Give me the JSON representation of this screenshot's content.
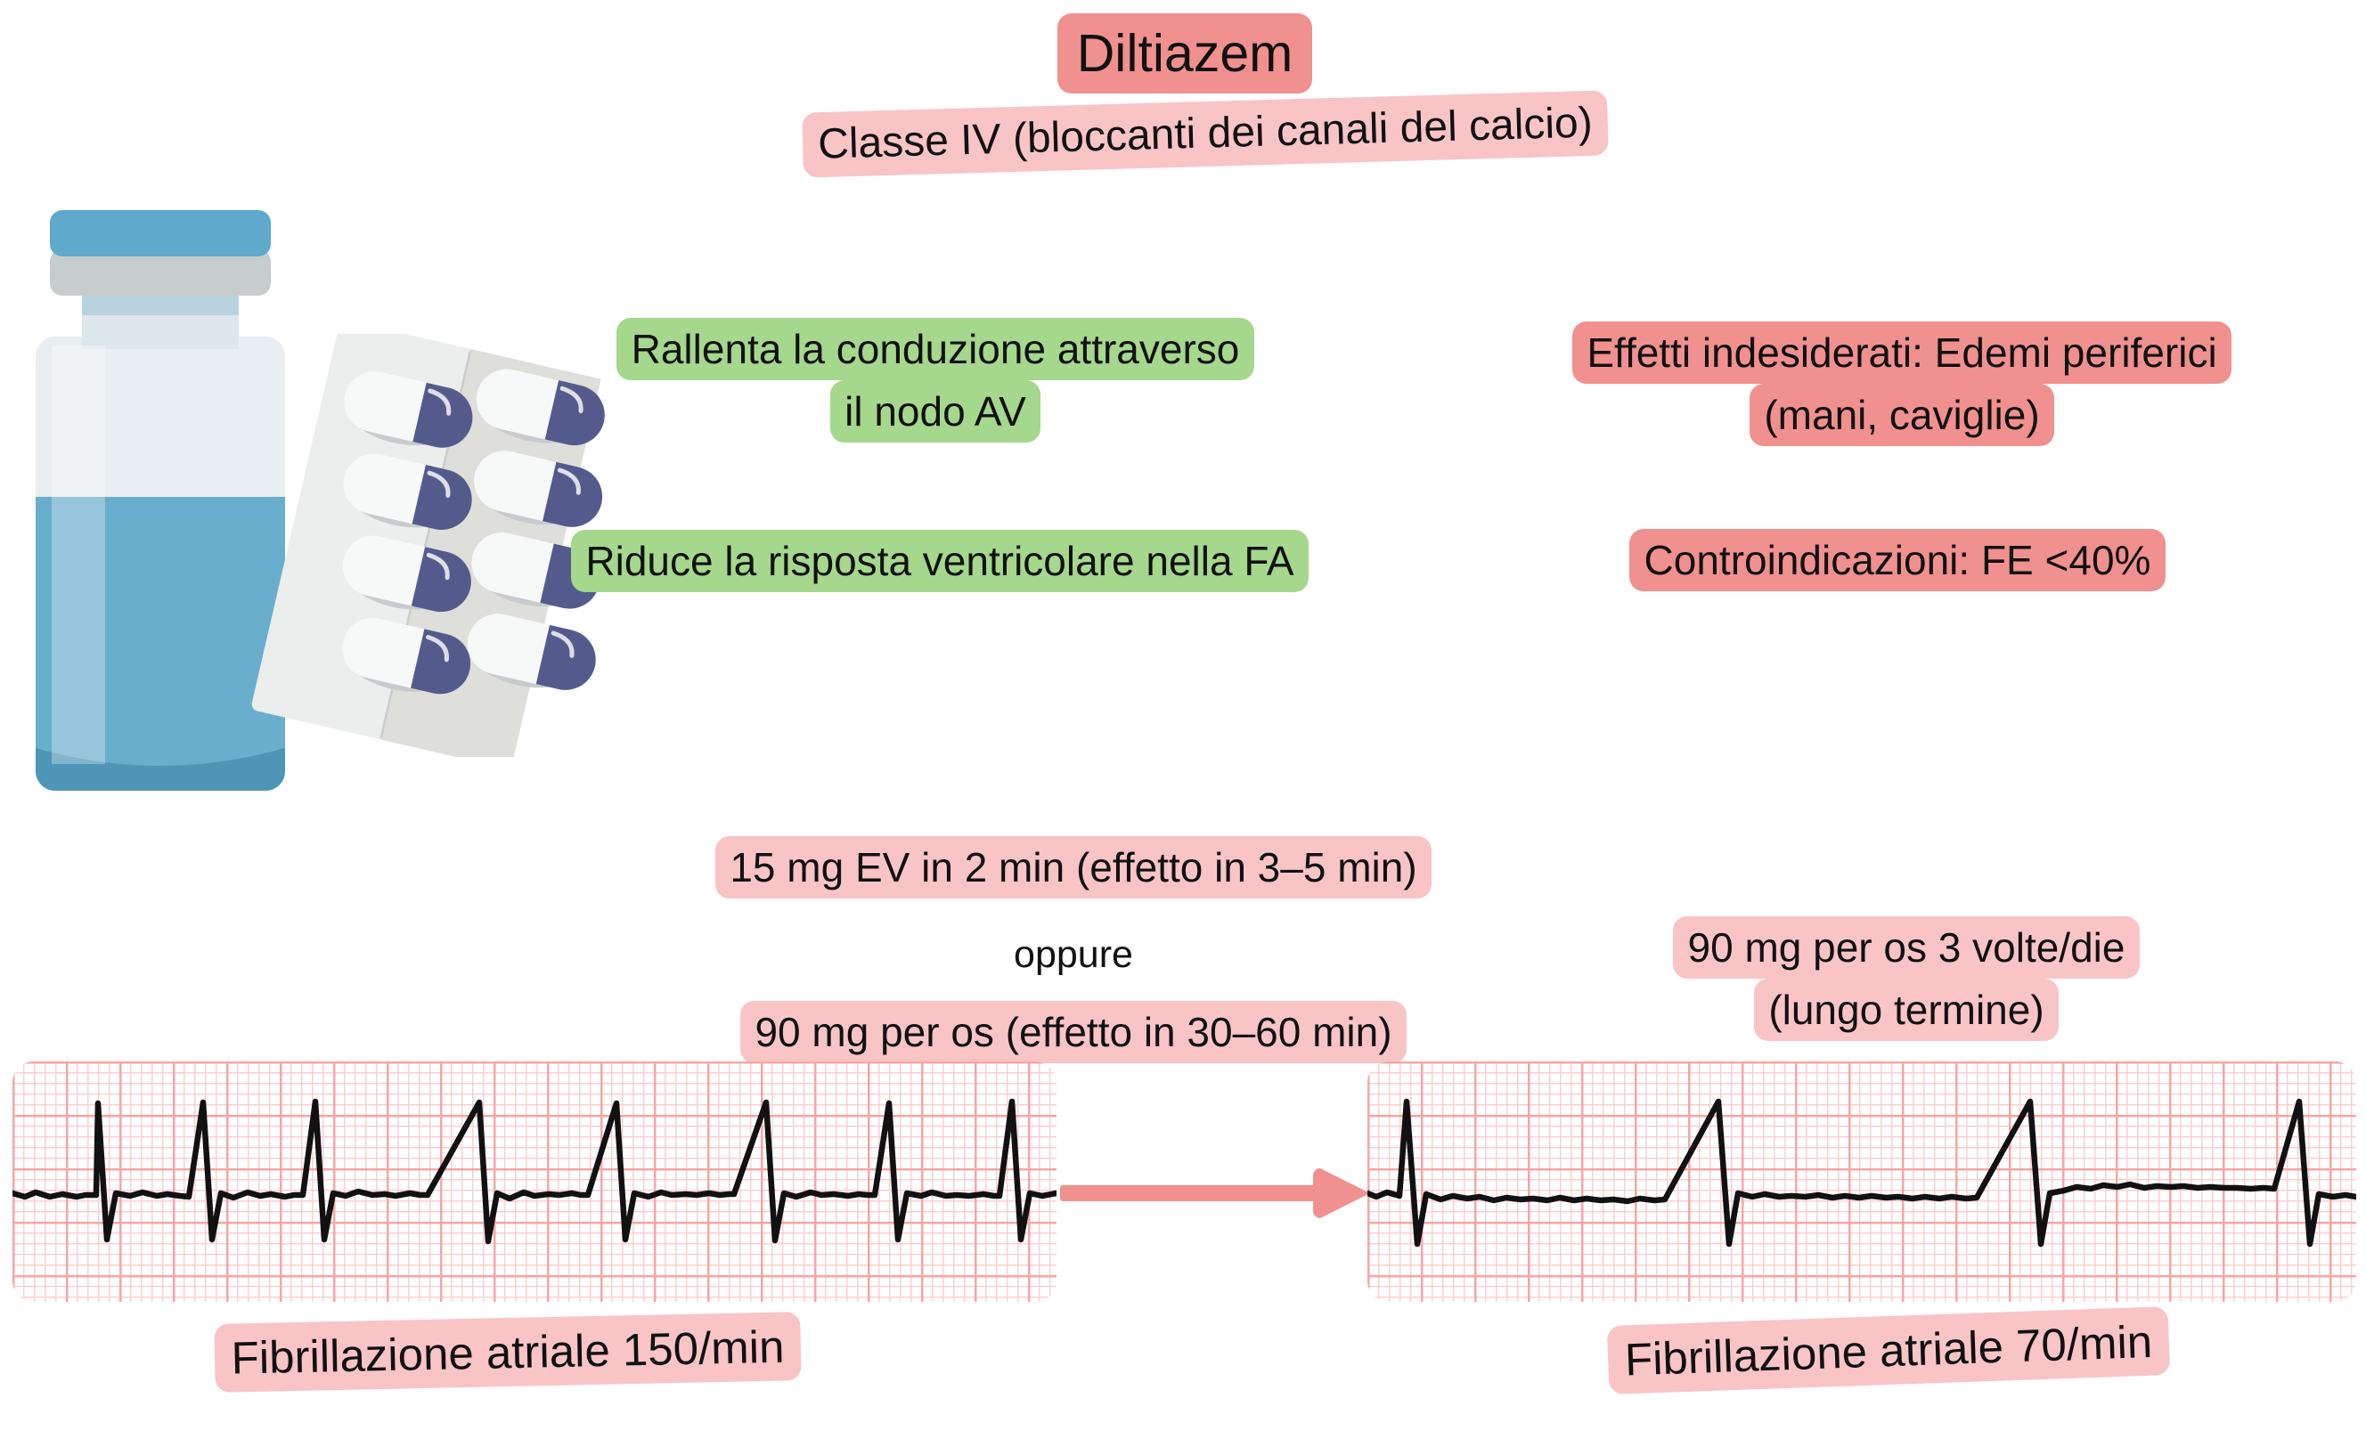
{
  "title": "Diltiazem",
  "subtitle": "Classe IV (bloccanti dei canali del calcio)",
  "mechanism": {
    "line1": "Rallenta la conduzione attraverso",
    "line2": "il nodo AV",
    "line3": "Riduce la risposta ventricolare nella FA"
  },
  "safety": {
    "adverse_line1": "Effetti indesiderati: Edemi periferici",
    "adverse_line2": "(mani, caviglie)",
    "contraindication": "Controindicazioni: FE <40%"
  },
  "dosing": {
    "iv": "15 mg EV in 2 min (effetto in 3–5 min)",
    "connector": "oppure",
    "oral": "90 mg per os (effetto in 30–60 min)",
    "long_term_line1": "90 mg per os 3 volte/die",
    "long_term_line2": "(lungo termine)"
  },
  "ecg": {
    "left_label": "Fibrillazione atriale 150/min",
    "right_label": "Fibrillazione atriale 70/min",
    "left_rate": "150/min",
    "right_rate": "70/min",
    "left_beats": 8,
    "right_beats": 4
  },
  "icons": {
    "vial": "medication-vial-icon",
    "blister": "pill-blister-pack-icon",
    "arrow": "right-arrow-icon"
  },
  "colors": {
    "salmon": "#f0908f",
    "pink": "#f9c4c6",
    "green": "#a5d78d",
    "ecg_grid_bold": "#f6a6a6",
    "ecg_grid_fine": "#fbd0d0",
    "ecg_trace": "#111111",
    "vial_blue": "#5ea9cc",
    "capsule_dark": "#545b8c",
    "arrow": "#f0908f"
  }
}
